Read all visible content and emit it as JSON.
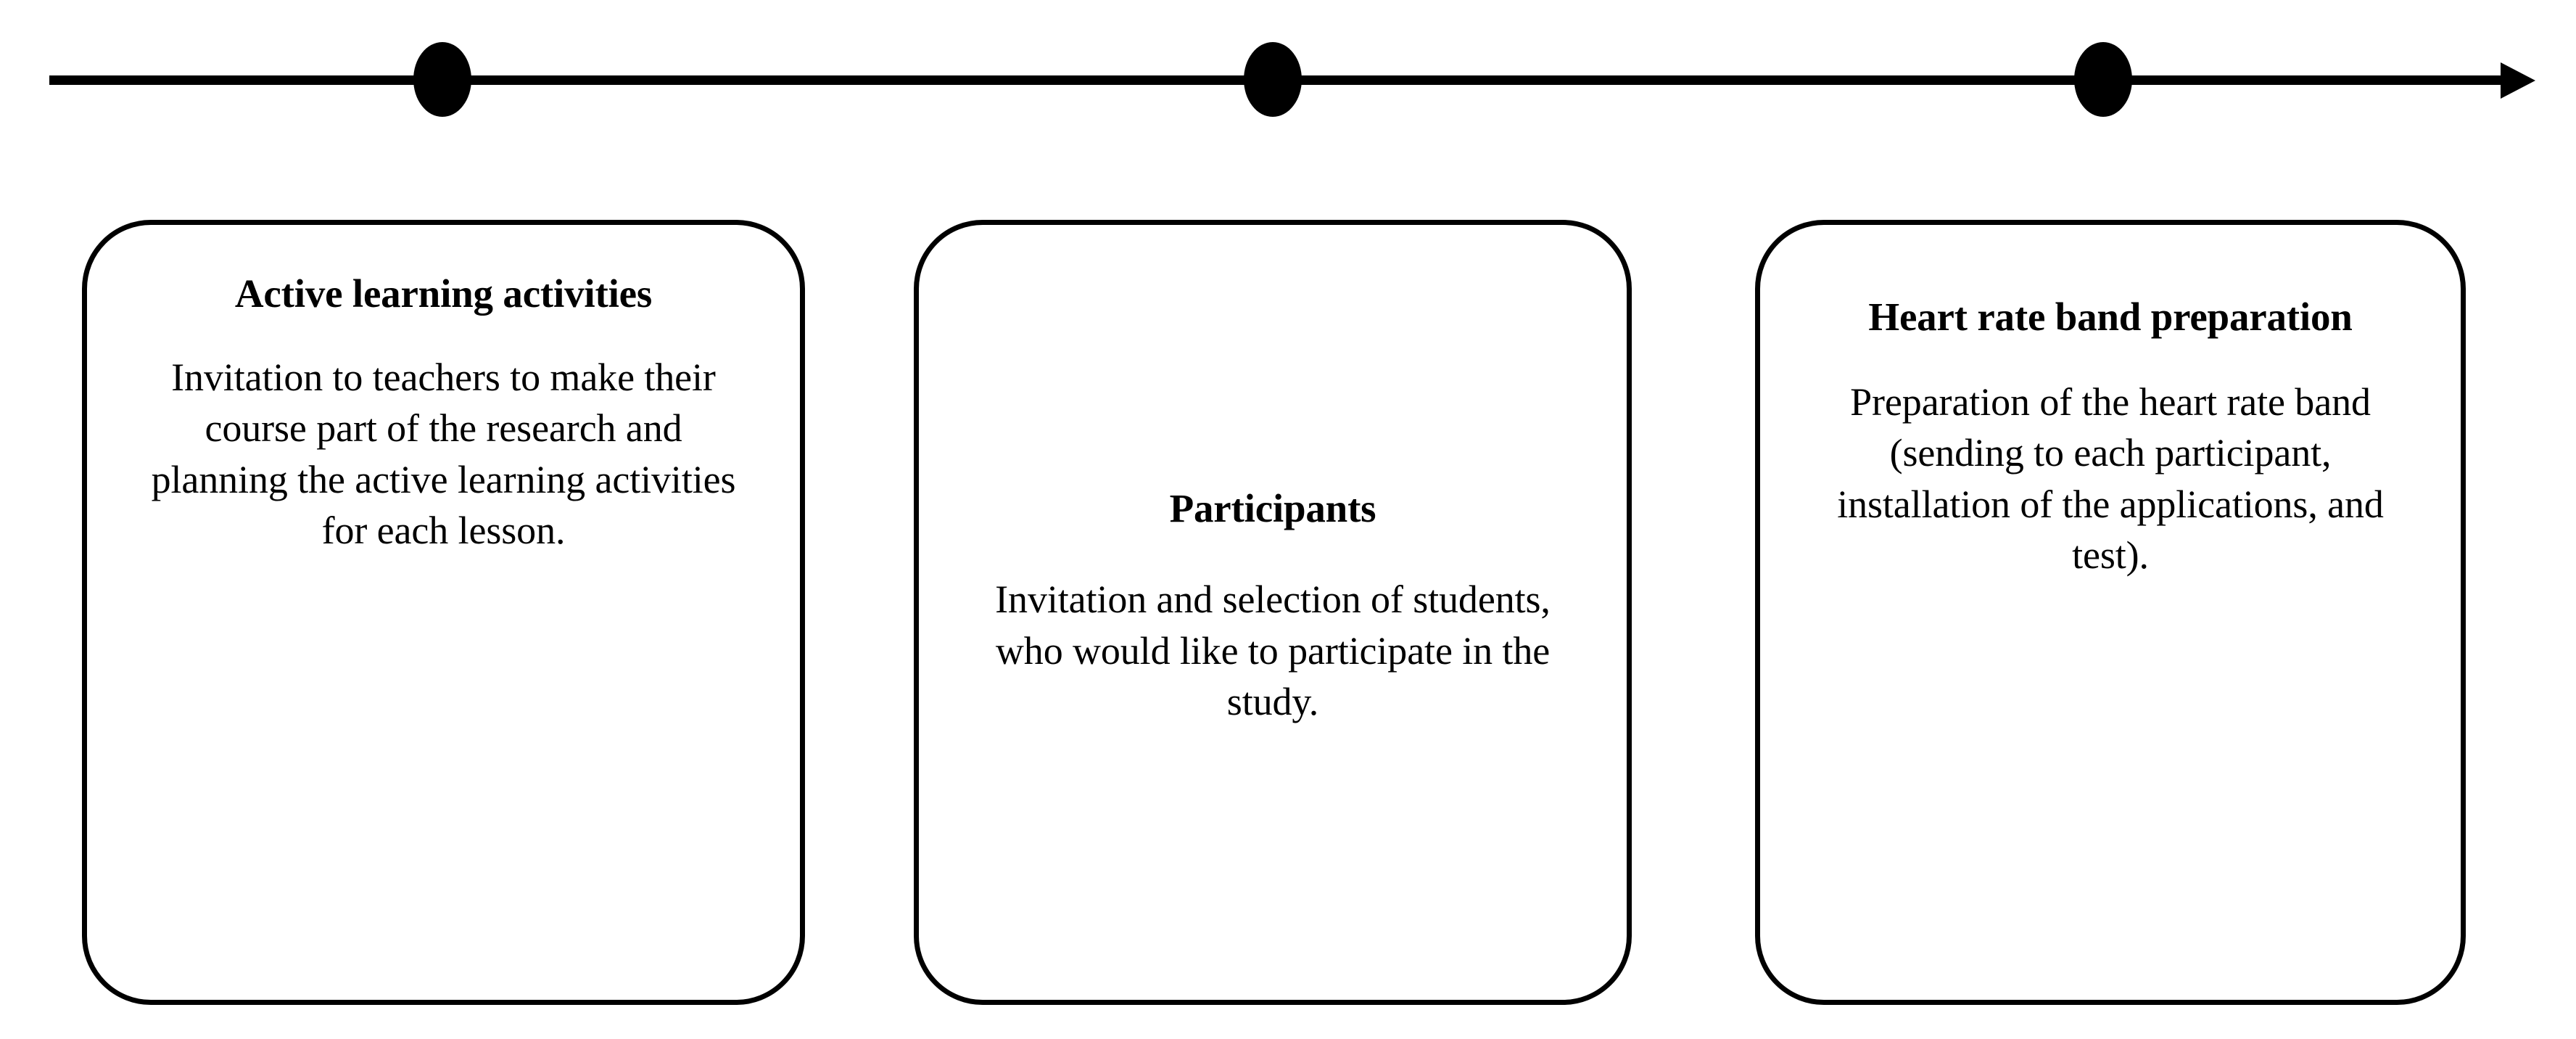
{
  "diagram": {
    "type": "timeline-with-stage-cards",
    "timeline": {
      "axis_label": "",
      "direction": "left-to-right",
      "marker_icon": "filled-ellipse-marker",
      "arrow_icon": "arrow-right-icon",
      "markers": [
        {
          "index": 1,
          "label": ""
        },
        {
          "index": 2,
          "label": ""
        },
        {
          "index": 3,
          "label": ""
        }
      ]
    },
    "stages": [
      {
        "id": "active-learning-activities",
        "title": "Active learning activities",
        "body": "Invitation to teachers to make their course part of the research and planning the active learning activities for each lesson."
      },
      {
        "id": "participants",
        "title": "Participants",
        "body": "Invitation and selection of students, who would like to participate in the study."
      },
      {
        "id": "heart-rate-band-preparation",
        "title": "Heart rate band preparation",
        "body": "Preparation of the heart rate band (sending to each participant, installation of the applications, and test)."
      }
    ]
  },
  "colors": {
    "stroke": "#000000",
    "text": "#000000",
    "background": "#ffffff"
  }
}
